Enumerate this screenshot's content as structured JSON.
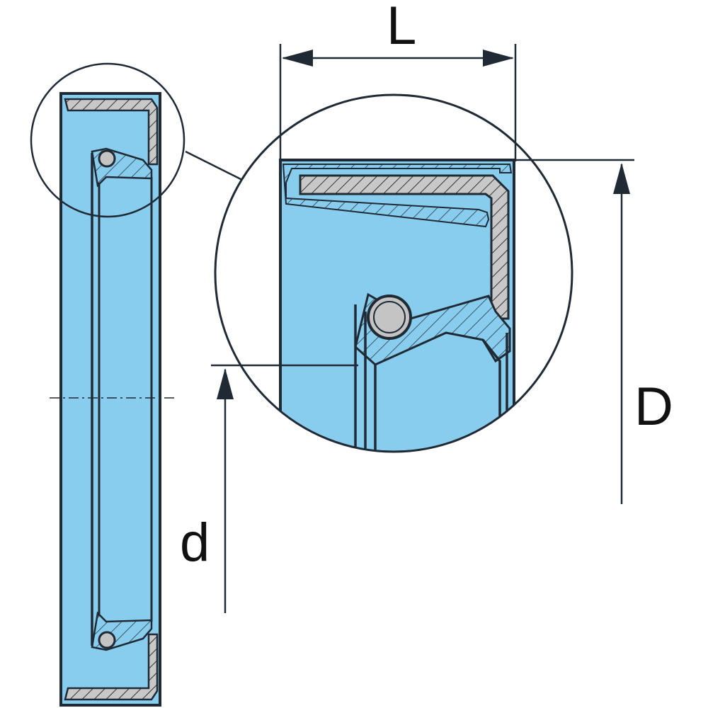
{
  "dimensions": {
    "length_label": "L",
    "outer_diameter_label": "D",
    "inner_diameter_label": "d"
  },
  "colors": {
    "rubber": "#88ccee",
    "metal_case": "#c8c8c8",
    "spring": "#c4c4c4",
    "outline": "#1f2a35"
  }
}
